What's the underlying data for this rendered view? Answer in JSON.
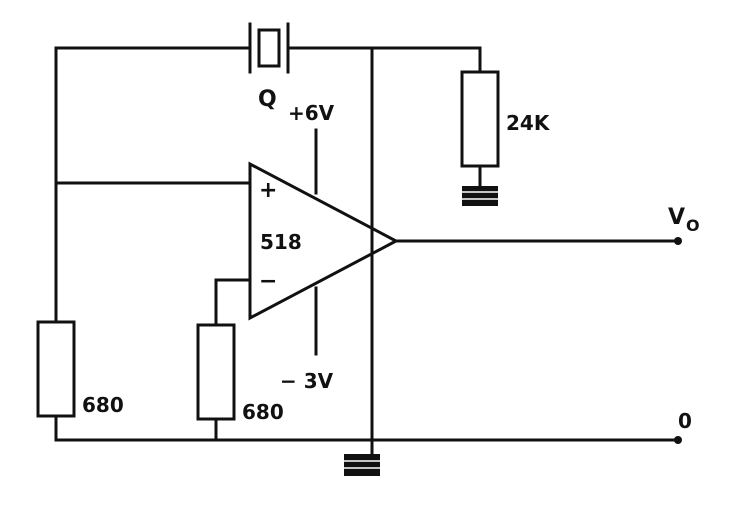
{
  "circuit": {
    "crystal_label": "Q",
    "opamp_label": "518",
    "plus_label": "+",
    "minus_label": "−",
    "vpos_label": "+6V",
    "vneg_label": "− 3V",
    "r_top_label": "24K",
    "r_left_label": "680",
    "r_mid_label": "680",
    "vout_label": "V",
    "vout_sub": "O",
    "ground_label": "0"
  }
}
